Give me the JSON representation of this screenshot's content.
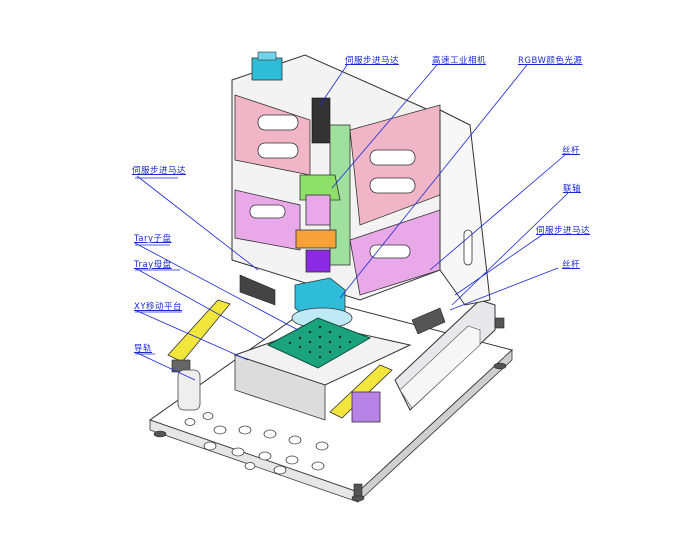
{
  "labels": {
    "servo_motor_top": "伺服步进马达",
    "hs_camera": "高速工业相机",
    "rgbw_light": "RGBW颜色光源",
    "lead_screw_1": "丝杆",
    "coupling": "联轴",
    "servo_motor_right": "伺服步进马达",
    "lead_screw_2": "丝杆",
    "servo_motor_left": "伺服步进马达",
    "tray_sub": "Tary子盘",
    "tray_mother": "Tray母盘",
    "xy_stage": "XY移动平台",
    "guide_rail": "导轨"
  },
  "colors": {
    "leader_line": "#1a2ad6",
    "label_text": "#1a2ad6",
    "frame_pink": "#f0b6c8",
    "frame_magenta": "#e9a8e8",
    "yellow_axis": "#f2e63c",
    "cyan_body": "#2ebcd8",
    "purple_part": "#8a2be2",
    "orange_block": "#f7a13b",
    "grid_green": "#1aa37c"
  }
}
